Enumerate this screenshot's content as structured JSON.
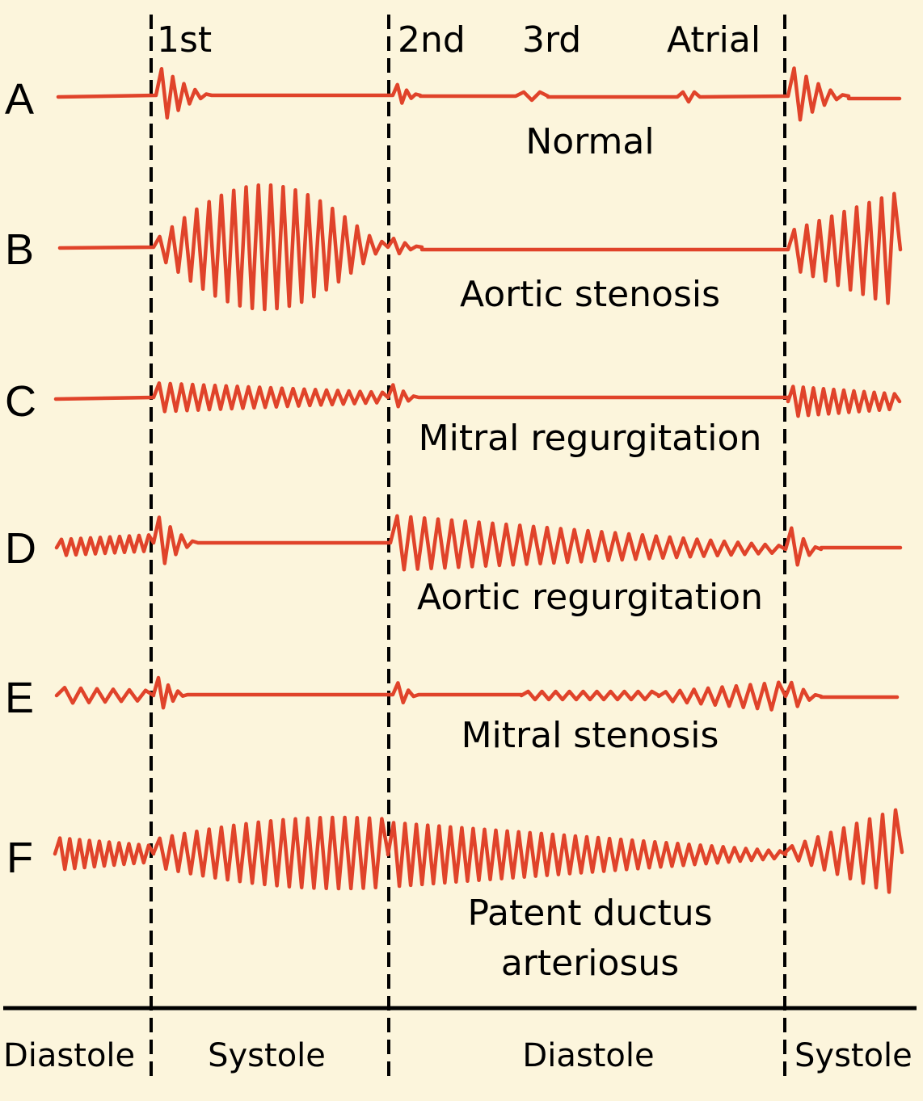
{
  "colors": {
    "background": "#fcf5dc",
    "trace": "#e0432a",
    "ink": "#000000"
  },
  "sound_labels": [
    "1st",
    "2nd",
    "3rd",
    "Atrial"
  ],
  "rows": [
    {
      "letter": "A",
      "name": "Normal"
    },
    {
      "letter": "B",
      "name": "Aortic stenosis"
    },
    {
      "letter": "C",
      "name": "Mitral regurgitation"
    },
    {
      "letter": "D",
      "name": "Aortic regurgitation"
    },
    {
      "letter": "E",
      "name": "Mitral stenosis"
    },
    {
      "letter": "F",
      "name_lines": [
        "Patent ductus",
        "arteriosus"
      ]
    }
  ],
  "phases": [
    "Diastole",
    "Systole",
    "Diastole",
    "Systole"
  ]
}
